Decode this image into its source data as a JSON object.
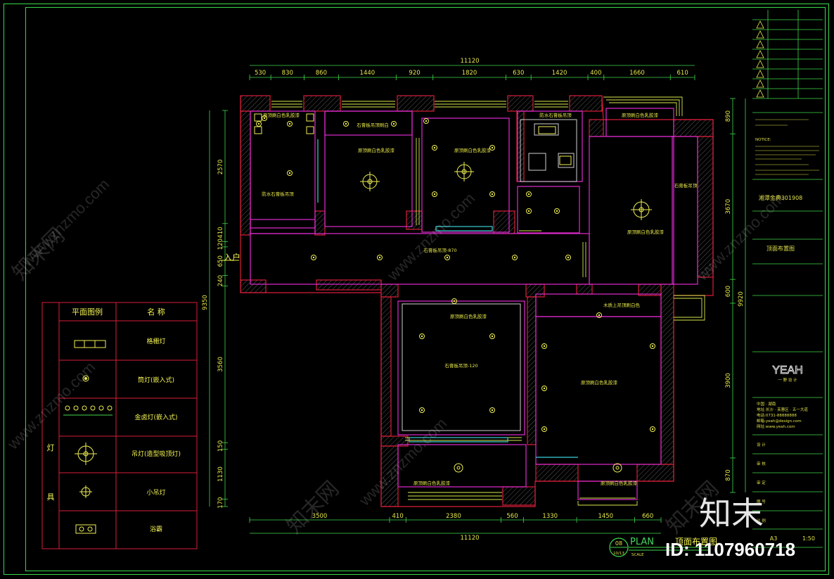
{
  "drawing": {
    "title": "顶面布置图",
    "plan_word": "PLAN",
    "scale_word": "SCALE",
    "scale_value": "1:50",
    "sheet_no": "08",
    "sheet_sub": "10/13",
    "entry_label": "入户"
  },
  "dims_top": {
    "overall": "11120",
    "segments": [
      "530",
      "830",
      "860",
      "1440",
      "920",
      "1820",
      "630",
      "1420",
      "400",
      "1660",
      "610"
    ]
  },
  "dims_bottom": {
    "overall": "11120",
    "segments": [
      "3500",
      "410",
      "2380",
      "560",
      "1330",
      "1450",
      "660"
    ]
  },
  "dims_left": {
    "overall": "9350",
    "segments": [
      "2570",
      "410",
      "120",
      "650",
      "240",
      "3560",
      "150",
      "1130",
      "170"
    ]
  },
  "dims_right": {
    "overall": "9920",
    "segments": [
      "890",
      "3670",
      "600",
      "3900",
      "870"
    ]
  },
  "room_labels": [
    "石膏板吊顶刷白",
    "原顶刷白色乳胶漆",
    "原顶刷白色乳胶漆",
    "防水石膏板吊顶",
    "原顶刷白色乳胶漆",
    "防水石膏板吊顶",
    "石膏板吊顶",
    "原顶刷白色乳胶漆",
    "石膏板吊顶-870",
    "原顶刷白色乳胶漆",
    "石膏板吊顶-120",
    "原顶刷白色乳胶漆",
    "原顶刷白色乳胶漆",
    "原顶刷白色乳胶漆",
    "木质上吊顶刷白色",
    "原顶刷白色乳胶漆"
  ],
  "legend": {
    "col1": "平面图例",
    "col2": "名  称",
    "side": [
      "灯",
      "具"
    ],
    "items": [
      {
        "icon": "grille-light-icon",
        "name": "格栅灯"
      },
      {
        "icon": "downlight-icon",
        "name": "筒灯(嵌入式)"
      },
      {
        "icon": "spotlight-row-icon",
        "name": "金卤灯(嵌入式)"
      },
      {
        "icon": "pendant-light-icon",
        "name": "吊灯(造型吸顶灯)"
      },
      {
        "icon": "small-pendant-icon",
        "name": "小吊灯"
      },
      {
        "icon": "exhaust-fan-icon",
        "name": "浴霸"
      }
    ]
  },
  "title_block": {
    "notice_head": "NOTICE:",
    "project": "湘潭金典301908",
    "drawing_name": "顶面布置图",
    "logo": "YEAH",
    "logo_sub": "一 野 设 计",
    "company_lines": [
      "中国 · 湖南",
      "地址:长沙 · 芙蓉区 · 五一大道",
      "电话:0731-88888888",
      "邮箱:yeah@design.com",
      "网址:www.yeah.com"
    ],
    "rows": [
      "设 计",
      "审 核",
      "审 定",
      "图 号",
      "比 例"
    ],
    "scale": "1:50",
    "sheet": "A3"
  },
  "watermark": {
    "id": "ID: 1107960718",
    "brand": "知末",
    "site": "www.znzmo.com",
    "cn": "知末网"
  },
  "colors": {
    "wall": "#d81e3a",
    "ceiling": "#e02ad0",
    "dim": "#3fd84d",
    "light": "#f1f153",
    "window": "#d8e84a"
  }
}
